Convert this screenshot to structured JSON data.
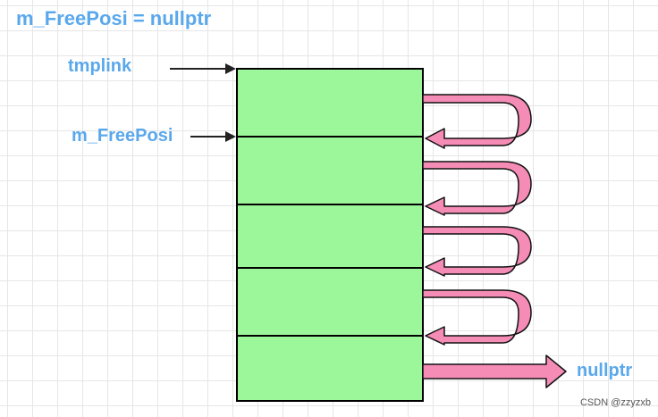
{
  "title": "m_FreePosi = nullptr",
  "labels": {
    "tmplink": "tmplink",
    "free_posi": "m_FreePosi",
    "nullptr": "nullptr"
  },
  "watermark": "CSDN @zzyzxb",
  "colors": {
    "label_blue": "#5aa8ec",
    "block_fill": "#9cf79a",
    "link_arrow": "#f58cb6",
    "grid": "#e6e6e6"
  },
  "blocks": {
    "count": 5
  },
  "links": [
    {
      "from": 1,
      "to": 2
    },
    {
      "from": 2,
      "to": 3
    },
    {
      "from": 3,
      "to": 4
    },
    {
      "from": 4,
      "to": 5
    },
    {
      "from": 5,
      "to": "nullptr"
    }
  ]
}
